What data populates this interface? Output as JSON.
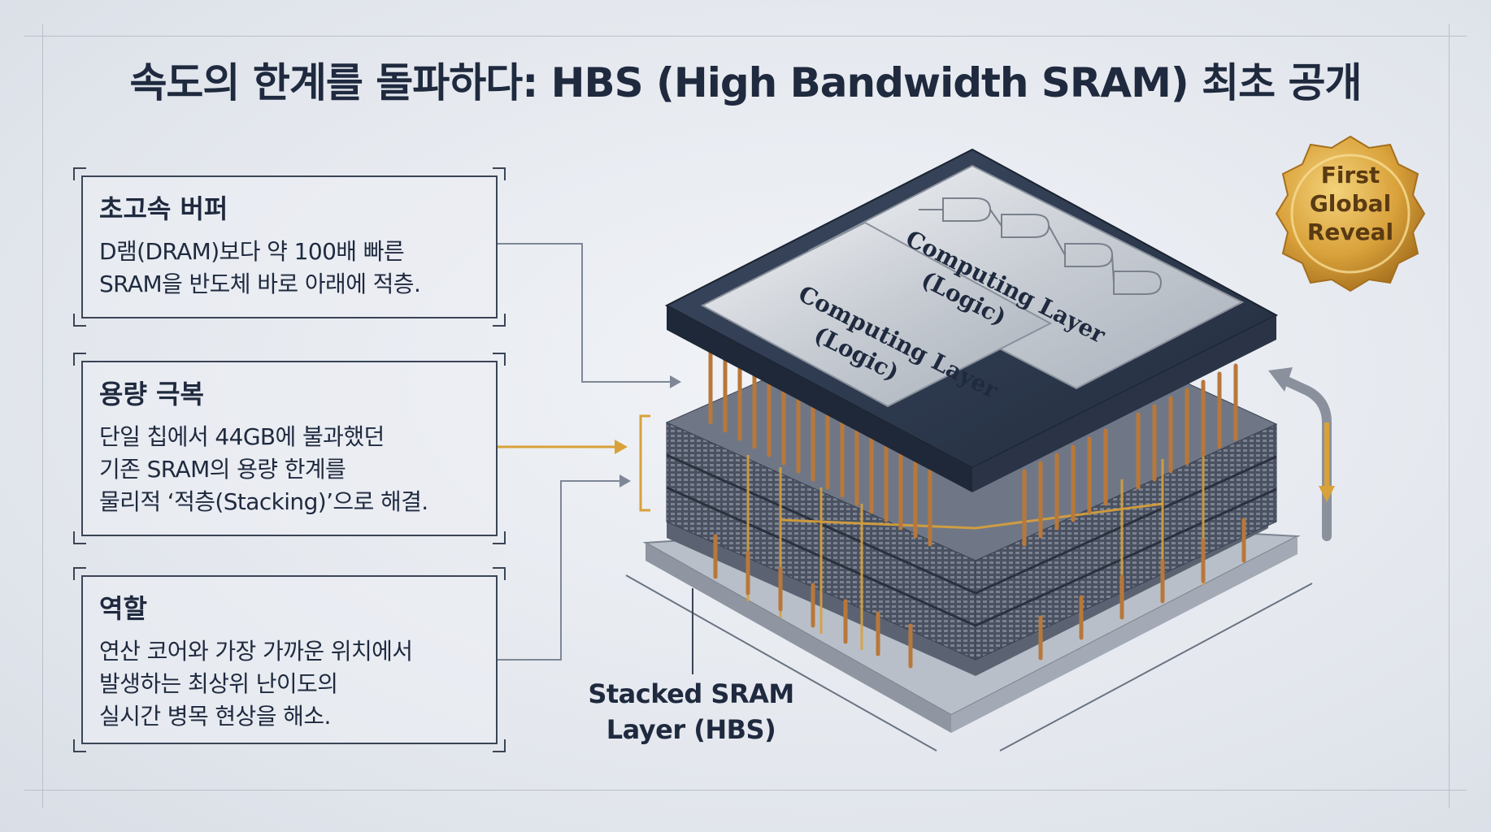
{
  "title": "속도의 한계를 돌파하다: HBS (High Bandwidth SRAM) 최초 공개",
  "cards": [
    {
      "heading": "초고속 버퍼",
      "body": "D램(DRAM)보다 약 100배 빠른\nSRAM을 반도체 바로 아래에 적층."
    },
    {
      "heading": "용량 극복",
      "body": "단일 칩에서 44GB에 불과했던\n기존 SRAM의 용량 한계를\n물리적 ‘적층(Stacking)’으로 해결."
    },
    {
      "heading": "역할",
      "body": "연산 코어와 가장 가까운 위치에서\n발생하는 최상위 난이도의\n실시간 병목 현상을 해소."
    }
  ],
  "diagram": {
    "top_layer_label_1": "Computing Layer\n(Logic)",
    "top_layer_label_2": "Computing Layer\n(Logic)",
    "stack_label": "Stacked SRAM\nLayer (HBS)"
  },
  "seal": {
    "text": "First\nGlobal\nReveal"
  },
  "colors": {
    "accent_gold": "#d9a13a",
    "dark_navy": "#2e3a50",
    "text": "#1f2a3f"
  }
}
